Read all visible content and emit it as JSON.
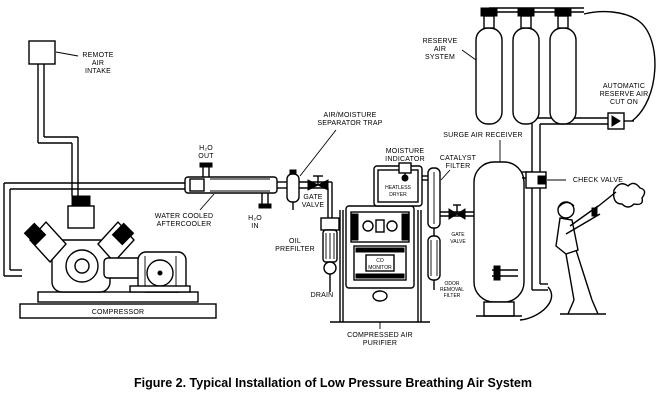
{
  "labels": {
    "remote_air_intake": [
      "REMOTE",
      "AIR",
      "INTAKE"
    ],
    "reserve_air_system": [
      "RESERVE",
      "AIR",
      "SYSTEM"
    ],
    "automatic_reserve": [
      "AUTOMATIC",
      "RESERVE AIR",
      "CUT ON"
    ],
    "air_moisture_trap": [
      "AIR/MOISTURE",
      "SEPARATOR TRAP"
    ],
    "surge_air_receiver": "SURGE AIR RECEIVER",
    "h2o_out": [
      "H₂O",
      "OUT"
    ],
    "h2o_in": [
      "H₂O",
      "IN"
    ],
    "moisture_indicator": [
      "MOISTURE",
      "INDICATOR"
    ],
    "catalyst_filter": [
      "CATALYST",
      "FILTER"
    ],
    "check_valve": "CHECK VALVE",
    "gate_valve_1": [
      "GATE",
      "VALVE"
    ],
    "gate_valve_2": [
      "GATE",
      "VALVE"
    ],
    "water_cooled_aftercooler": [
      "WATER COOLED",
      "AFTERCOOLER"
    ],
    "oil_prefilter": [
      "OIL",
      "PREFILTER"
    ],
    "heatless_dryer": [
      "HEATLESS",
      "DRYER"
    ],
    "co_monitor": [
      "CO",
      "MONITOR"
    ],
    "drain": "DRAIN",
    "odor_removal_filter": [
      "ODOR",
      "REMOVAL",
      "FILTER"
    ],
    "compressor": "COMPRESSOR",
    "compressed_air_purifier": [
      "COMPRESSED AIR",
      "PURIFIER"
    ]
  },
  "caption": "Figure 2. Typical Installation of Low Pressure Breathing Air System"
}
